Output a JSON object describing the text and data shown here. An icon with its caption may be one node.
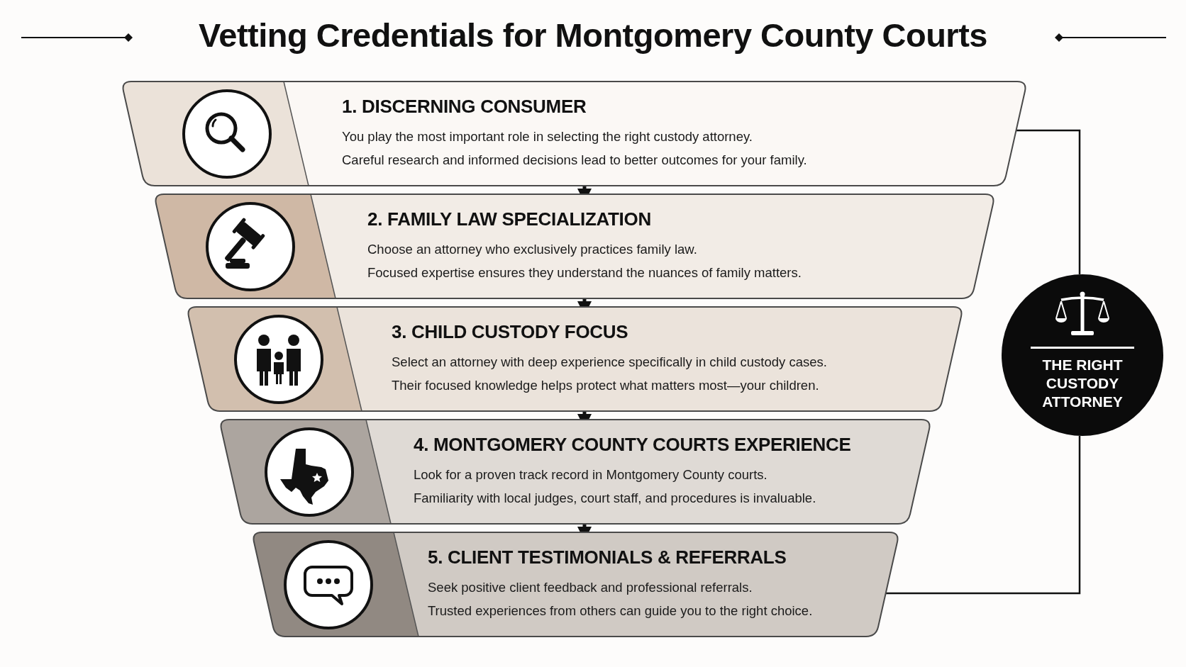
{
  "diagram": {
    "title": "Vetting Credentials for Montgomery County Courts",
    "nodes": [
      {
        "text": [
          "1. DISCERNING CONSUMER",
          "You play the most important role in selecting the right custody attorney.",
          "Careful research and informed decisions lead to better outcomes for your family."
        ]
      },
      {
        "text": [
          "2. FAMILY LAW SPECIALIZATION",
          "Choose an attorney who exclusively practices family law.",
          "Focused expertise ensures they understand the nuances of family matters."
        ]
      },
      {
        "text": [
          "3. CHILD CUSTODY FOCUS",
          "Select an attorney with deep experience specifically in child custody cases.",
          "Their focused knowledge helps protect what matters most—your children."
        ]
      },
      {
        "text": [
          "4. MONTGOMERY COUNTY COURTS EXPERIENCE",
          "Look for a proven track record in Montgomery County courts.",
          "Familiarity with local judges, court staff, and procedures is invaluable."
        ]
      },
      {
        "text": [
          "5. CLIENT TESTIMONIALS & REFERRALS",
          "Seek positive client feedback and professional referrals.",
          "Trusted experiences from others can guide you to the right choice."
        ]
      },
      {
        "text": [
          "THE RIGHT CUSTODY ATTORNEY"
        ]
      }
    ],
    "edges": [
      {
        "from": 0,
        "to": 1,
        "arrow": "to"
      },
      {
        "from": 1,
        "to": 2,
        "arrow": "to"
      },
      {
        "from": 2,
        "to": 3,
        "arrow": "to"
      },
      {
        "from": 3,
        "to": 4,
        "arrow": "to"
      },
      {
        "from": 0,
        "to": 5,
        "arrow": "none"
      },
      {
        "from": 4,
        "to": 5,
        "arrow": "none"
      }
    ]
  }
}
